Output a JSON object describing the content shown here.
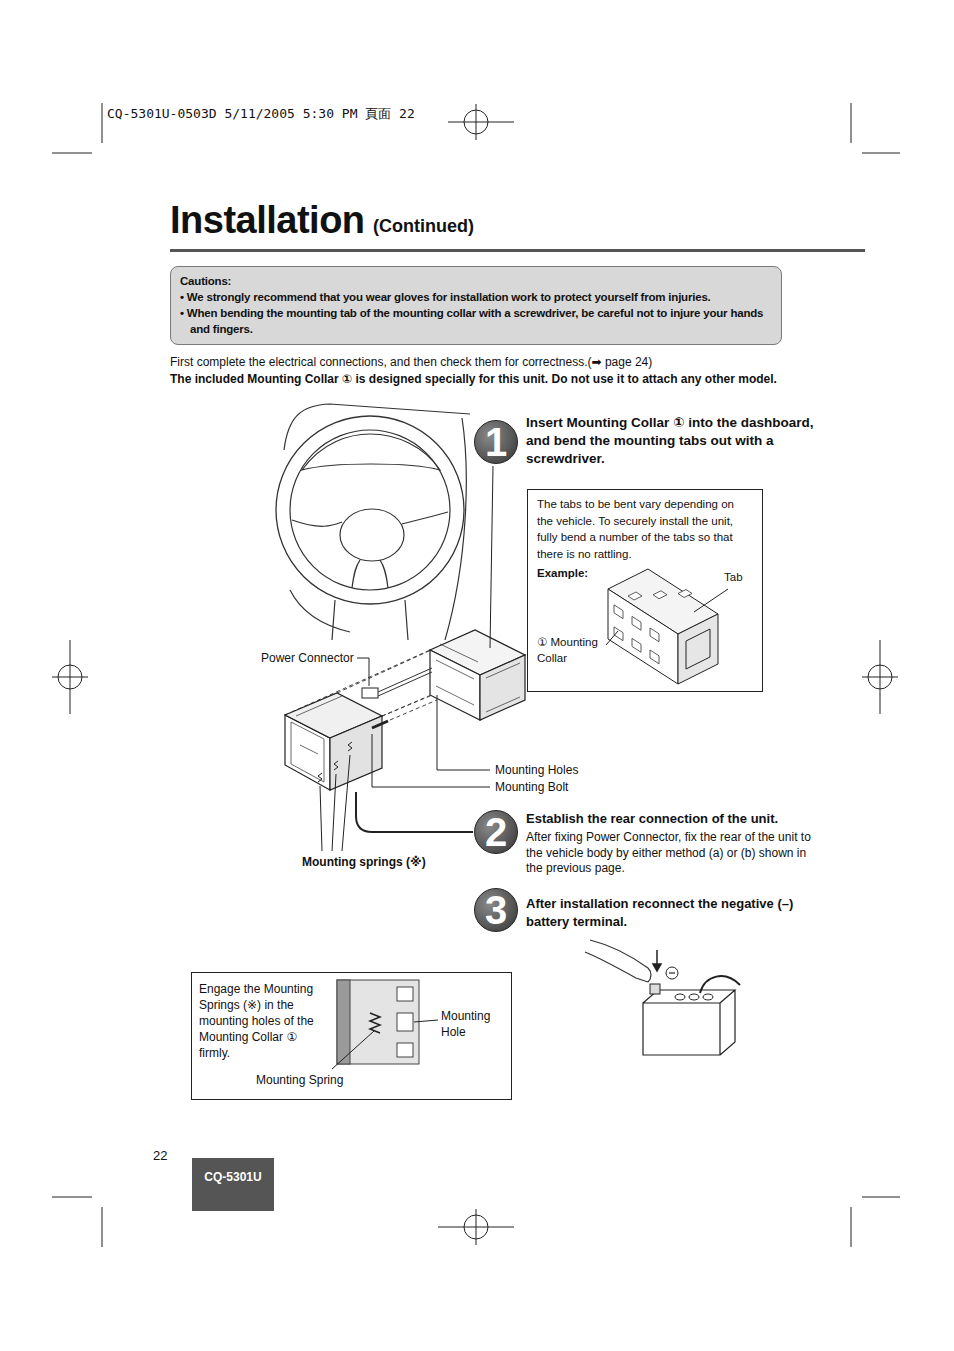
{
  "diagram": {
    "title": "Installation",
    "nodes": [
      {
        "text": [
          "Cautions:",
          "• We strongly recommend that you wear gloves for installation work to protect yourself from injuries.",
          "• When bending the mounting tab of the mounting collar with a screwdriver, be careful not to injure your hands and fingers."
        ]
      },
      {
        "text": [
          "1"
        ]
      },
      {
        "text": [
          "The tabs to be bent vary depending on the vehicle. To securely install the unit, fully bend a number of the tabs so that there is no rattling.",
          "Example:",
          "Tab",
          "① Mounting Collar"
        ]
      },
      {
        "text": [
          "2"
        ]
      },
      {
        "text": [
          "3"
        ]
      },
      {
        "text": [
          "Engage the Mounting Springs (※) in the mounting holes of the Mounting Collar ① firmly.",
          "Mounting Hole",
          "Mounting Spring"
        ]
      },
      {
        "text": [
          "CQ-5301U"
        ]
      }
    ],
    "labels": [
      "CQ-5301U-0503D 5/11/2005 5:30 PM 頁面 22",
      "(Continued)",
      "First complete the electrical connections, and then check them for correctness.(➡ page 24)",
      "The included Mounting Collar ① is designed specially for this unit. Do not use it to attach any other model.",
      "Insert Mounting Collar ① into the dashboard, and bend the mounting tabs out with a screwdriver.",
      "Power Connector",
      "Mounting Holes",
      "Mounting Bolt",
      "Mounting springs (※)",
      "Establish the rear connection of the unit.",
      "After fixing Power Connector, fix the rear of the unit to the vehicle body by either method (a) or (b) shown in the previous page.",
      "After installation reconnect the negative (–) battery terminal.",
      "22"
    ]
  }
}
